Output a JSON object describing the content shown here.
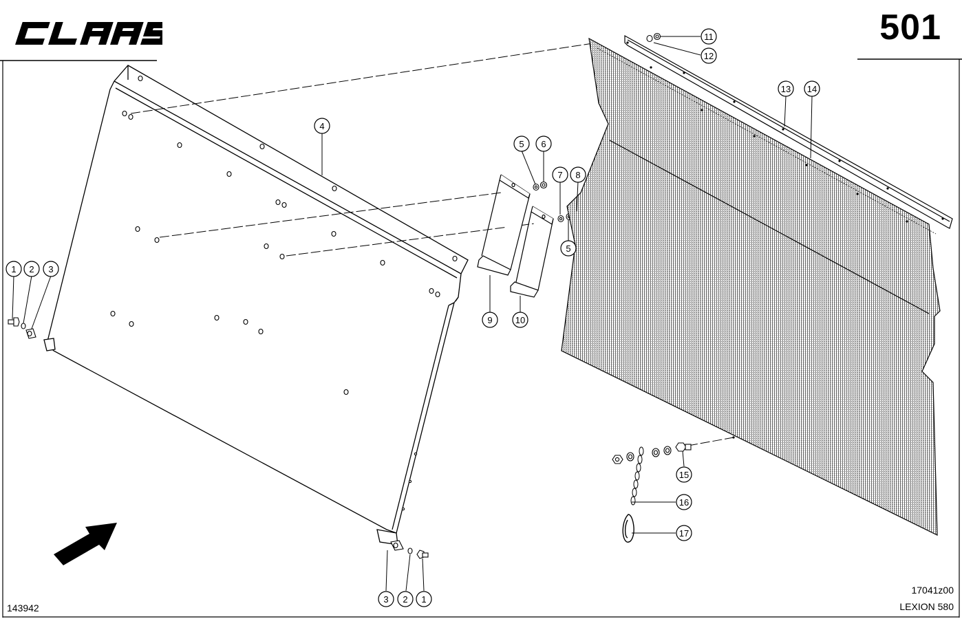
{
  "header": {
    "brand": "CLAAS",
    "sheet_number": "501"
  },
  "footer": {
    "drawing_id": "143942",
    "reference_code": "17041z00",
    "model": "LEXION 580"
  },
  "callouts": [
    {
      "id": "c1a",
      "label": "1"
    },
    {
      "id": "c2a",
      "label": "2"
    },
    {
      "id": "c3a",
      "label": "3"
    },
    {
      "id": "c4",
      "label": "4"
    },
    {
      "id": "c5a",
      "label": "5"
    },
    {
      "id": "c6",
      "label": "6"
    },
    {
      "id": "c7",
      "label": "7"
    },
    {
      "id": "c8",
      "label": "8"
    },
    {
      "id": "c5b",
      "label": "5"
    },
    {
      "id": "c9",
      "label": "9"
    },
    {
      "id": "c10",
      "label": "10"
    },
    {
      "id": "c11",
      "label": "11"
    },
    {
      "id": "c12",
      "label": "12"
    },
    {
      "id": "c13",
      "label": "13"
    },
    {
      "id": "c14",
      "label": "14"
    },
    {
      "id": "c15",
      "label": "15"
    },
    {
      "id": "c16",
      "label": "16"
    },
    {
      "id": "c17",
      "label": "17"
    },
    {
      "id": "c3b",
      "label": "3"
    },
    {
      "id": "c2b",
      "label": "2"
    },
    {
      "id": "c1b",
      "label": "1"
    }
  ],
  "icons": {
    "direction_arrow": "direction-arrow-icon"
  }
}
